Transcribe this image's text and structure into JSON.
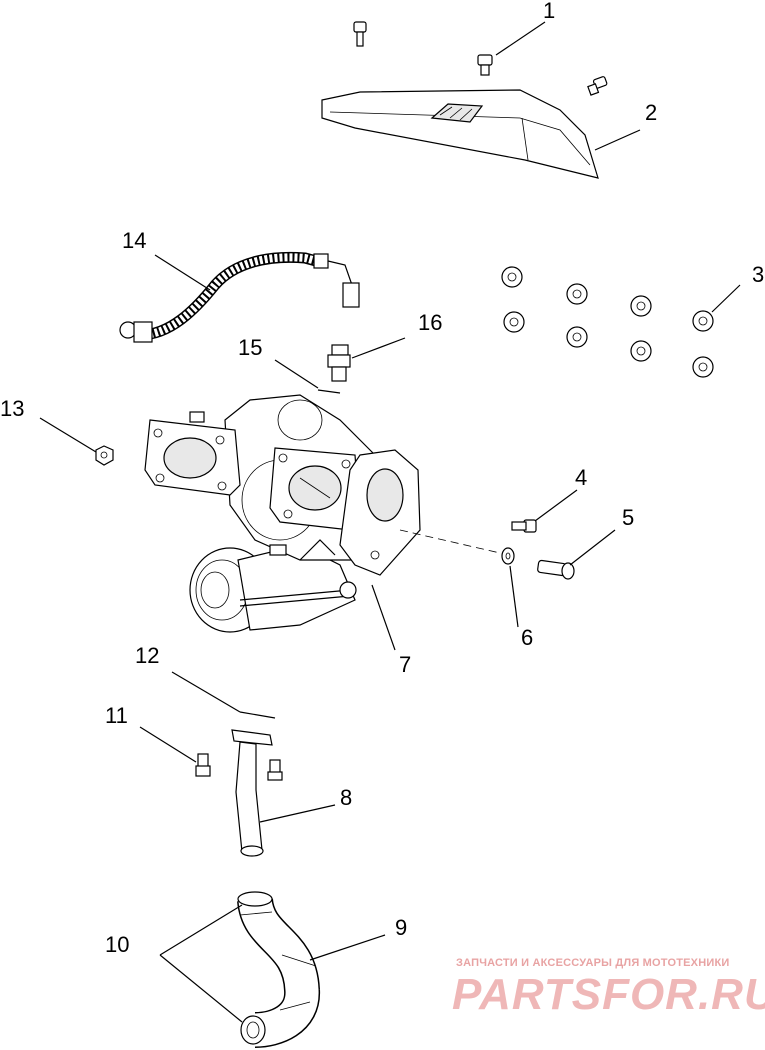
{
  "callouts": {
    "c1": "1",
    "c2": "2",
    "c3": "3",
    "c4": "4",
    "c5": "5",
    "c6": "6",
    "c7": "7",
    "c8": "8",
    "c9": "9",
    "c10": "10",
    "c11": "11",
    "c12": "12",
    "c13": "13",
    "c14": "14",
    "c15": "15",
    "c16": "16"
  },
  "watermark": {
    "subtitle": "ЗАПЧАСТИ И АКСЕССУАРЫ ДЛЯ МОТОТЕХНИКИ",
    "brand": "PARTSFOR.RU"
  },
  "colors": {
    "lines": "#000000",
    "watermark": "#e8a3a3"
  }
}
